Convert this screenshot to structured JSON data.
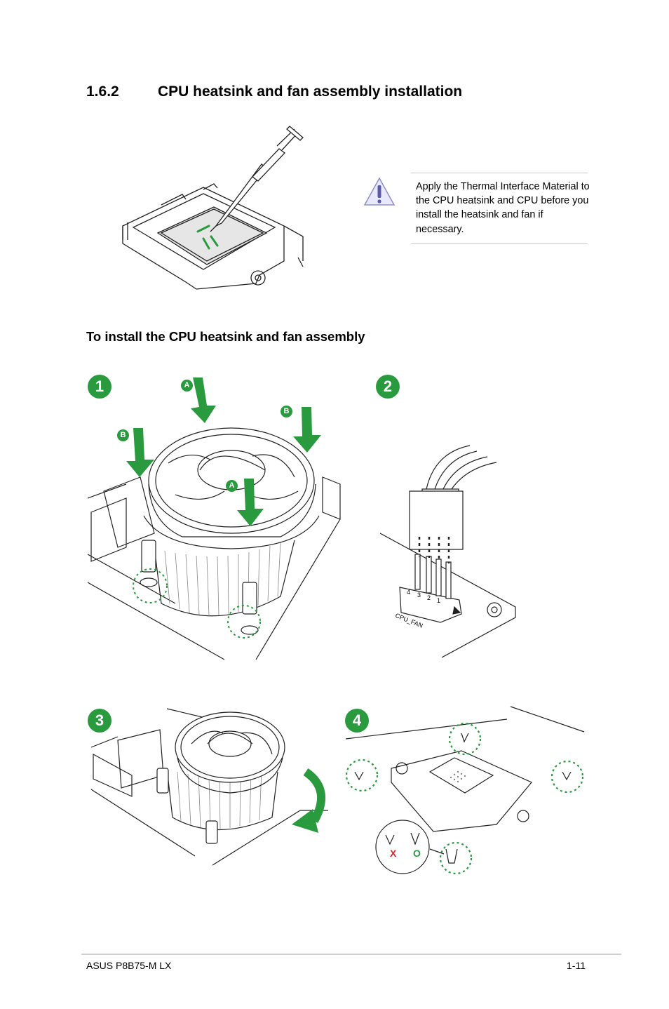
{
  "section": {
    "number": "1.6.2",
    "title": "CPU heatsink and fan assembly installation"
  },
  "note": {
    "icon": "warning-icon",
    "text": "Apply the Thermal Interface Material to the CPU heatsink and CPU before you install the heatsink and fan if necessary."
  },
  "subheading": "To install the CPU heatsink and fan assembly",
  "steps": {
    "s1": "1",
    "s2": "2",
    "s3": "3",
    "s4": "4"
  },
  "step1_labels": {
    "a_top": "A",
    "a_mid": "A",
    "b_left": "B",
    "b_right": "B"
  },
  "step2_labels": {
    "header": "CPU_FAN",
    "pins": [
      "4",
      "3",
      "2",
      "1"
    ]
  },
  "step4_labels": {
    "wrong": "X",
    "right": "O"
  },
  "footer": {
    "left": "ASUS P8B75-M LX",
    "right": "1-11"
  },
  "colors": {
    "accent_green": "#2a9a3e",
    "wrong_red": "#e0262b"
  }
}
